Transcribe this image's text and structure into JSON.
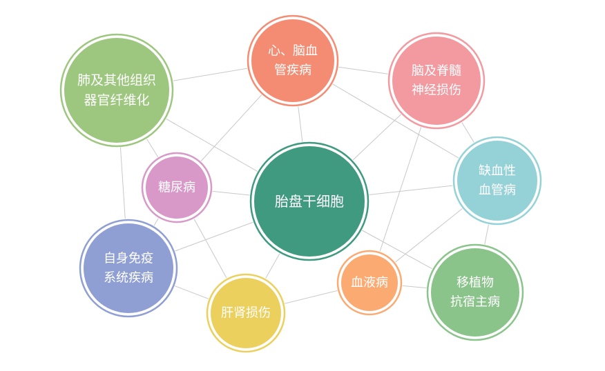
{
  "diagram": {
    "center": {
      "id": "center",
      "lines": [
        "胎盘干细胞"
      ],
      "color": "#3f9a80"
    },
    "nodes": [
      {
        "id": "lung",
        "lines": [
          "肺及其他组织",
          "器官纤维化"
        ],
        "color": "#9dc67e"
      },
      {
        "id": "heart",
        "lines": [
          "心、脑血",
          "管疾病"
        ],
        "color": "#f38c72"
      },
      {
        "id": "brain",
        "lines": [
          "脑及脊髓",
          "神经损伤"
        ],
        "color": "#f29aa0"
      },
      {
        "id": "diabetes",
        "lines": [
          "糖尿病"
        ],
        "color": "#d898c8"
      },
      {
        "id": "ischemic",
        "lines": [
          "缺血性",
          "血管病"
        ],
        "color": "#94d2d8"
      },
      {
        "id": "autoimm",
        "lines": [
          "自身免疫",
          "系统疾病"
        ],
        "color": "#8f9fd4"
      },
      {
        "id": "blood",
        "lines": [
          "血液病"
        ],
        "color": "#fbaa72"
      },
      {
        "id": "gvhd",
        "lines": [
          "移植物",
          "抗宿主病"
        ],
        "color": "#8ac48a"
      },
      {
        "id": "liver",
        "lines": [
          "肝肾损伤"
        ],
        "color": "#ecd05e"
      }
    ],
    "edges": [
      [
        "lung",
        "heart"
      ],
      [
        "lung",
        "center"
      ],
      [
        "lung",
        "diabetes"
      ],
      [
        "lung",
        "autoimm"
      ],
      [
        "heart",
        "brain"
      ],
      [
        "heart",
        "center"
      ],
      [
        "heart",
        "diabetes"
      ],
      [
        "heart",
        "ischemic"
      ],
      [
        "brain",
        "center"
      ],
      [
        "brain",
        "ischemic"
      ],
      [
        "brain",
        "blood"
      ],
      [
        "center",
        "ischemic"
      ],
      [
        "center",
        "diabetes"
      ],
      [
        "center",
        "autoimm"
      ],
      [
        "center",
        "liver"
      ],
      [
        "center",
        "gvhd"
      ],
      [
        "ischemic",
        "blood"
      ],
      [
        "ischemic",
        "gvhd"
      ],
      [
        "diabetes",
        "autoimm"
      ],
      [
        "diabetes",
        "liver"
      ],
      [
        "autoimm",
        "liver"
      ],
      [
        "liver",
        "blood"
      ],
      [
        "blood",
        "gvhd"
      ]
    ]
  }
}
